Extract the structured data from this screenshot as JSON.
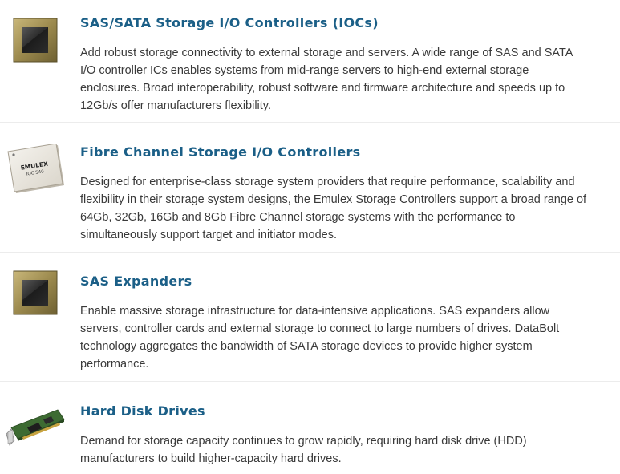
{
  "products": [
    {
      "title": "SAS/SATA Storage I/O Controllers (IOCs)",
      "thumb_icon": "chip-icon",
      "lines": [
        "Add robust storage connectivity to external storage and servers. A wide range of SAS and SATA",
        "I/O controller ICs enables systems from mid-range servers to high-end external storage",
        "enclosures. Broad interoperability, robust software and firmware architecture and speeds up to",
        "12Gb/s offer manufacturers flexibility."
      ]
    },
    {
      "title": "Fibre Channel Storage I/O Controllers",
      "thumb_icon": "emulex-chip-icon",
      "thumb_brand": "EMULEX",
      "thumb_model": "IOC 540",
      "lines": [
        "Designed for enterprise-class storage system providers that require performance, scalability and",
        "flexibility in their storage system designs, the Emulex Storage Controllers support a broad range of",
        "64Gb, 32Gb, 16Gb and 8Gb Fibre Channel storage systems with the performance to",
        "simultaneously support target and initiator modes."
      ]
    },
    {
      "title": "SAS Expanders",
      "thumb_icon": "chip-icon",
      "lines": [
        "Enable massive storage infrastructure for data-intensive applications. SAS expanders allow",
        "servers, controller cards and external storage to connect to large numbers of drives. DataBolt",
        "technology aggregates the bandwidth of SATA storage devices to provide higher system",
        "performance."
      ]
    },
    {
      "title": "Hard Disk Drives",
      "thumb_icon": "pcie-card-icon",
      "lines": [
        "Demand for storage capacity continues to grow rapidly, requiring hard disk drive (HDD)",
        "manufacturers to build higher-capacity hard drives."
      ]
    }
  ]
}
